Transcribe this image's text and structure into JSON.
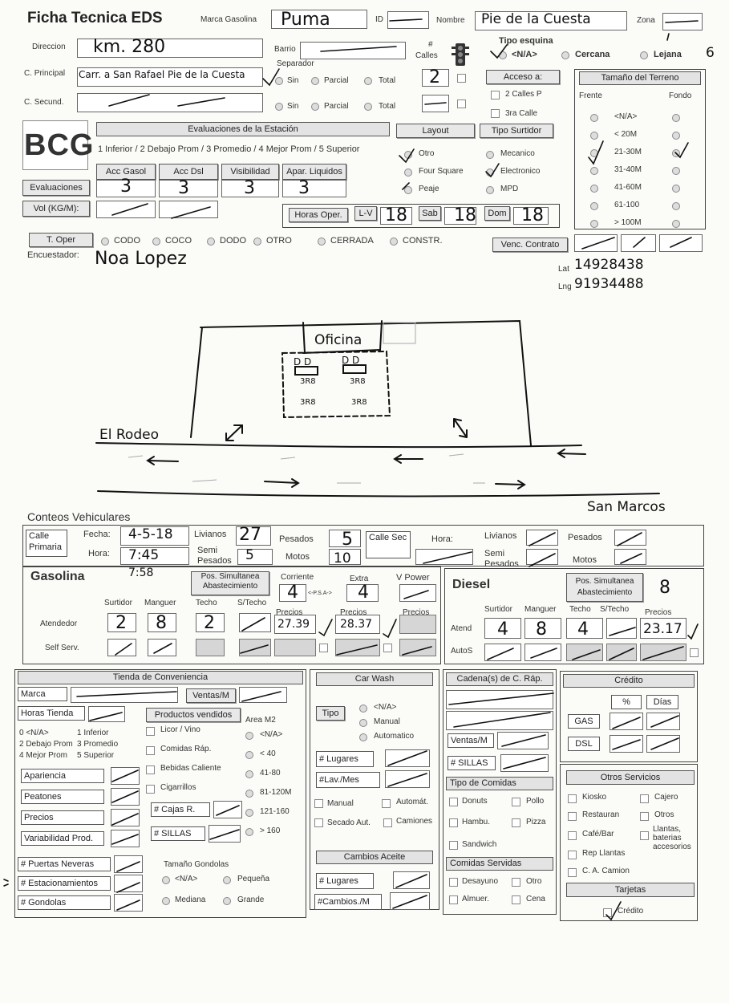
{
  "header": {
    "title": "Ficha Tecnica EDS",
    "marca_label": "Marca Gasolina",
    "marca_value": "Puma",
    "id_label": "ID",
    "nombre_label": "Nombre",
    "nombre_value": "Pie de la Cuesta",
    "zona_label": "Zona",
    "direccion_label": "Direccion",
    "direccion_value": "km. 280",
    "barrio_label": "Barrio",
    "num_calles_label_1": "#",
    "num_calles_label_2": "Calles",
    "tipo_esquina_label": "Tipo esquina",
    "tipo_esquina_options": [
      "<N/A>",
      "Cercana",
      "Lejana"
    ],
    "tipo_esquina_extra": "6",
    "separador_label": "Separador",
    "c_principal_label": "C. Principal",
    "c_principal_value": "Carr. a San Rafael Pie de la Cuesta",
    "c_secund_label": "C. Secund.",
    "sep_options": [
      "Sin",
      "Parcial",
      "Total"
    ],
    "calles_principal_value": "2",
    "acceso_label": "Acceso a:",
    "acceso_options": [
      "2 Calles P",
      "3ra Calle"
    ]
  },
  "terreno": {
    "title": "Tamaño del Terreno",
    "frente_label": "Frente",
    "fondo_label": "Fondo",
    "options": [
      "<N/A>",
      "< 20M",
      "21-30M",
      "31-40M",
      "41-60M",
      "61-100",
      "> 100M"
    ]
  },
  "evaluaciones": {
    "logo": "BCG",
    "band": "Evaluaciones de la Estación",
    "scale": "1 Inferior / 2 Debajo Prom / 3 Promedio / 4 Mejor Prom / 5 Superior",
    "labels": [
      "Acc Gasol",
      "Acc Dsl",
      "Visibilidad",
      "Apar. Liquidos"
    ],
    "row_label": "Evaluaciones",
    "values": [
      "3",
      "3",
      "3",
      "3"
    ],
    "vol_label": "Vol (KG/M):"
  },
  "layout": {
    "btn": "Layout",
    "options": [
      "Otro",
      "Four Square",
      "Peaje"
    ],
    "surtidor_btn": "Tipo Surtidor",
    "surtidor_options": [
      "Mecanico",
      "Electronico",
      "MPD"
    ]
  },
  "horas": {
    "label": "Horas Oper.",
    "lv_label": "L-V",
    "lv_value": "18",
    "sab_label": "Sab",
    "sab_value": "18",
    "dom_label": "Dom",
    "dom_value": "18"
  },
  "t_oper": {
    "label": "T. Oper",
    "options": [
      "CODO",
      "COCO",
      "DODO",
      "OTRO",
      "CERRADA",
      "CONSTR."
    ],
    "venc_label": "Venc. Contrato",
    "encuestador_label": "Encuestador:",
    "encuestador_value": "Noa Lopez",
    "lat_label": "Lat",
    "lat_value": "14928438",
    "lng_label": "Lng",
    "lng_value": "91934488"
  },
  "sketch": {
    "oficina": "Oficina",
    "pump1": "D D",
    "pump2": "D D",
    "pump_sub1": "3R8",
    "pump_sub2": "3R8",
    "pump_low1": "3R8",
    "pump_low2": "3R8",
    "road_left": "El Rodeo",
    "road_right": "San Marcos"
  },
  "conteos": {
    "title": "Conteos Vehiculares",
    "calle_primaria": "Calle Primaria",
    "fecha_label": "Fecha:",
    "fecha_value": "4-5-18",
    "hora_label": "Hora:",
    "hora_value": "7:45",
    "hora_value_2": "7:58",
    "livianos_label": "Livianos",
    "livianos_value": "27",
    "pesados_label": "Pesados",
    "pesados_value": "5",
    "semi_label": "Semi Pesados",
    "semi_value": "5",
    "motos_label": "Motos",
    "motos_value": "10",
    "calle_sec": "Calle Sec",
    "hora_sec_label": "Hora:",
    "livianos_sec": "Livianos",
    "pesados_sec": "Pesados",
    "semi_sec": "Semi Pesados",
    "motos_sec": "Motos"
  },
  "gasolina": {
    "title": "Gasolina",
    "pos_sim": "Pos. Simultanea Abastecimiento",
    "corriente_label": "Corriente",
    "corriente_value": "4",
    "psa": "<-P.S.A->",
    "extra_label": "Extra",
    "extra_value": "4",
    "vpower_label": "V Power",
    "col_headers": [
      "Surtidor",
      "Manguer",
      "Techo",
      "S/Techo"
    ],
    "atendedor_label": "Atendedor",
    "atendedor_values": [
      "2",
      "8",
      "2"
    ],
    "self_label": "Self Serv.",
    "precios_label": "Precios",
    "precio_corriente": "27.39",
    "precio_extra": "28.37"
  },
  "diesel": {
    "title": "Diesel",
    "pos_sim": "Pos. Simultanea Abastecimiento",
    "pos_value": "8",
    "col_headers": [
      "Surtidor",
      "Manguer",
      "Techo",
      "S/Techo"
    ],
    "atend_label": "Atend",
    "atend_values": [
      "4",
      "8",
      "4"
    ],
    "precios_label": "Precios",
    "precio": "23.17",
    "autos_label": "AutoS"
  },
  "tienda": {
    "band": "Tienda de Conveniencia",
    "marca": "Marca",
    "ventas": "Ventas/M",
    "horas": "Horas Tienda",
    "productos": "Productos vendidos",
    "area": "Area M2",
    "scale_1": "0 <N/A>",
    "scale_2": "1 Inferior",
    "scale_3": "2 Debajo Prom",
    "scale_4": "3 Promedio",
    "scale_5": "4 Mejor Prom",
    "scale_6": "5 Superior",
    "productos_list": [
      "Licor / Vino",
      "Comidas Ráp.",
      "Bebidas Caliente",
      "Cigarrillos"
    ],
    "area_options": [
      "<N/A>",
      "< 40",
      "41-80",
      "81-120M",
      "121-160",
      "> 160"
    ],
    "ratings": [
      "Apariencia",
      "Peatones",
      "Precios",
      "Variabilidad Prod."
    ],
    "cajas": "# Cajas R.",
    "sillas": "# SILLAS",
    "counts": [
      "# Puertas Neveras",
      "# Estacionamientos",
      "# Gondolas"
    ],
    "gondolas_label": "Tamaño Gondolas",
    "gondolas_options": [
      "<N/A>",
      "Pequeña",
      "Mediana",
      "Grande"
    ]
  },
  "carwash": {
    "band": "Car Wash",
    "tipo": "Tipo",
    "tipo_options": [
      "<N/A>",
      "Manual",
      "Automatico"
    ],
    "lugares": "# Lugares",
    "lav_mes": "#Lav./Mes",
    "checks": [
      "Manual",
      "Automát.",
      "Secado Aut.",
      "Camiones"
    ],
    "aceite_band": "Cambios Aceite",
    "aceite_lugares": "# Lugares",
    "aceite_cambios": "#Cambios./M"
  },
  "cadena": {
    "band": "Cadena(s) de C. Ráp.",
    "ventas": "Ventas/M",
    "sillas": "# SILLAS",
    "tipo_band": "Tipo de Comidas",
    "tipo_options": [
      "Donuts",
      "Pollo",
      "Hambu.",
      "Pizza",
      "Sandwich"
    ],
    "servidas_band": "Comidas Servidas",
    "servidas_options": [
      "Desayuno",
      "Otro",
      "Almuer.",
      "Cena"
    ]
  },
  "credito": {
    "band": "Crédito",
    "pct": "%",
    "dias": "Días",
    "gas": "GAS",
    "dsl": "DSL",
    "otros_band": "Otros Servicios",
    "otros_options": [
      "Kiosko",
      "Cajero",
      "Restauran",
      "Otros",
      "Café/Bar",
      "Llantas, baterias accesorios",
      "Rep Llantas",
      "C. A. Camion"
    ],
    "tarjetas_band": "Tarjetas",
    "tarjetas_option": "Crédito"
  }
}
